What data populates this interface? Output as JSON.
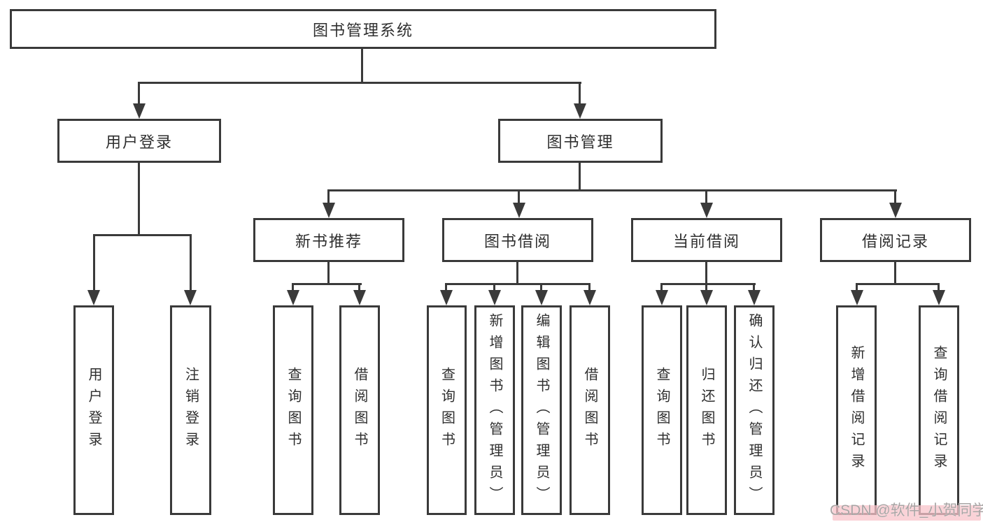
{
  "diagram": {
    "root": {
      "label": "图书管理系统"
    },
    "level2": {
      "user_login": {
        "label": "用户登录"
      },
      "book_mgmt": {
        "label": "图书管理"
      }
    },
    "level3": {
      "new_books": {
        "label": "新书推荐"
      },
      "borrowing": {
        "label": "图书借阅"
      },
      "current": {
        "label": "当前借阅"
      },
      "records": {
        "label": "借阅记录"
      }
    },
    "leaves": {
      "user_login": [
        "用户登录",
        "注销登录"
      ],
      "new_books": [
        "查询图书",
        "借阅图书"
      ],
      "borrowing": [
        "查询图书",
        "新增图书（管理员）",
        "编辑图书（管理员）",
        "借阅图书"
      ],
      "current": [
        "查询图书",
        "归还图书",
        "确认归还（管理员）"
      ],
      "records": [
        "新增借阅记录",
        "查询借阅记录"
      ]
    },
    "colors": {
      "line": "#3a3a3a",
      "text": "#2f2f2f",
      "background": "#ffffff",
      "watermark_text": "#a8a4a4",
      "watermark_highlight": "#f8c3c9"
    }
  },
  "watermark": {
    "text": "CSDN @软件_小贺同学"
  }
}
